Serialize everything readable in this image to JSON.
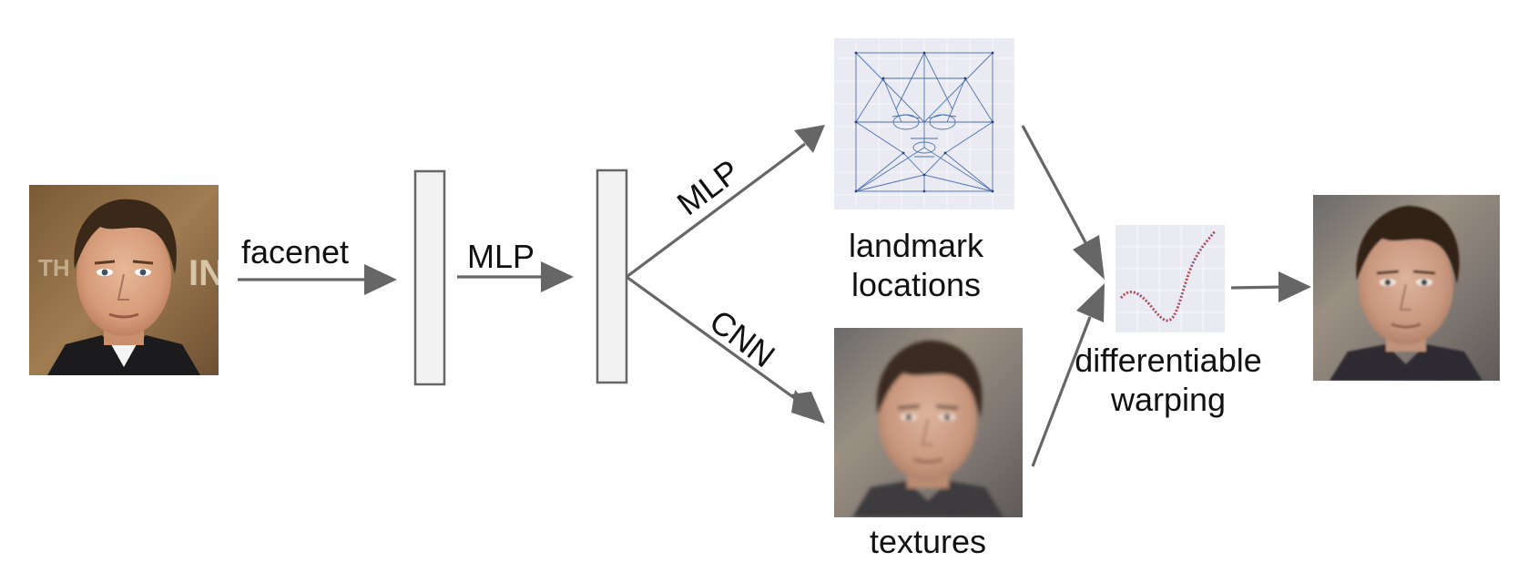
{
  "labels": {
    "facenet": "facenet",
    "mlp_first": "MLP",
    "mlp_branch": "MLP",
    "cnn_branch": "CNN",
    "landmark_line1": "landmark",
    "landmark_line2": "locations",
    "textures": "textures",
    "warp_line1": "differentiable",
    "warp_line2": "warping"
  },
  "icons": {
    "input_face": "photo-of-face-icon",
    "landmark_plot": "landmark-triangulation-plot-icon",
    "texture_face": "blurred-face-texture-icon",
    "warp_plot": "warping-curve-plot-icon",
    "output_face": "reconstructed-face-icon"
  },
  "colors": {
    "arrow": "#666666",
    "feature_vector_fill": "#f2f2f2",
    "plot_background": "#eaeaf2",
    "plot_line": "#4c72b0",
    "curve_red": "#c44e52",
    "curve_blue": "#4c5fb0"
  }
}
